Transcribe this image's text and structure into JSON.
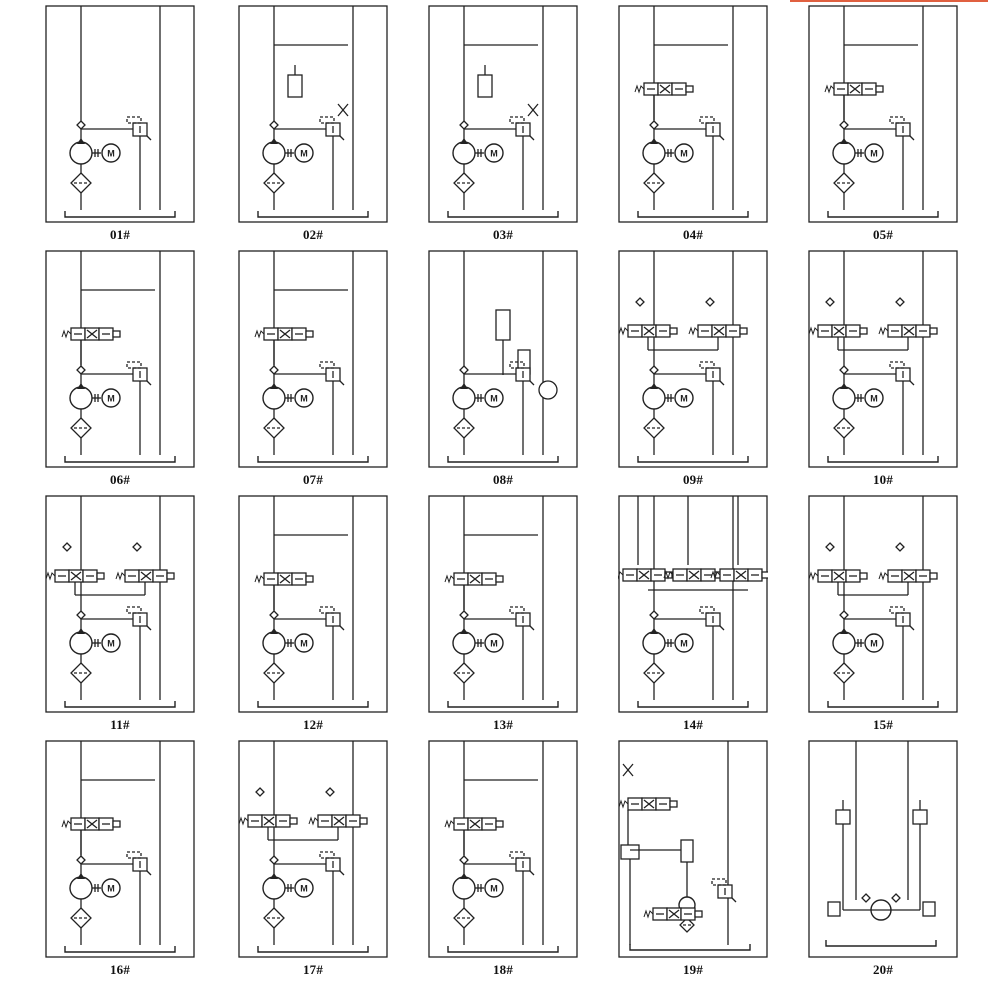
{
  "sheet": {
    "diagrams": [
      {
        "label": "01#",
        "variant": "basic-relief"
      },
      {
        "label": "02#",
        "variant": "solenoid-relief"
      },
      {
        "label": "03#",
        "variant": "solenoid-relief"
      },
      {
        "label": "04#",
        "variant": "single-valve"
      },
      {
        "label": "05#",
        "variant": "single-valve"
      },
      {
        "label": "06#",
        "variant": "single-valve"
      },
      {
        "label": "07#",
        "variant": "single-valve"
      },
      {
        "label": "08#",
        "variant": "accumulator"
      },
      {
        "label": "09#",
        "variant": "dual-valve"
      },
      {
        "label": "10#",
        "variant": "dual-valve"
      },
      {
        "label": "11#",
        "variant": "dual-valve"
      },
      {
        "label": "12#",
        "variant": "single-valve"
      },
      {
        "label": "13#",
        "variant": "single-valve"
      },
      {
        "label": "14#",
        "variant": "triple-valve"
      },
      {
        "label": "15#",
        "variant": "dual-valve"
      },
      {
        "label": "16#",
        "variant": "single-valve"
      },
      {
        "label": "17#",
        "variant": "dual-valve"
      },
      {
        "label": "18#",
        "variant": "single-valve"
      },
      {
        "label": "19#",
        "variant": "side-pump"
      },
      {
        "label": "20#",
        "variant": "twin-cylinder"
      }
    ]
  },
  "colors": {
    "line": "#222222",
    "background": "#ffffff",
    "corner_mark": "#e06040"
  }
}
